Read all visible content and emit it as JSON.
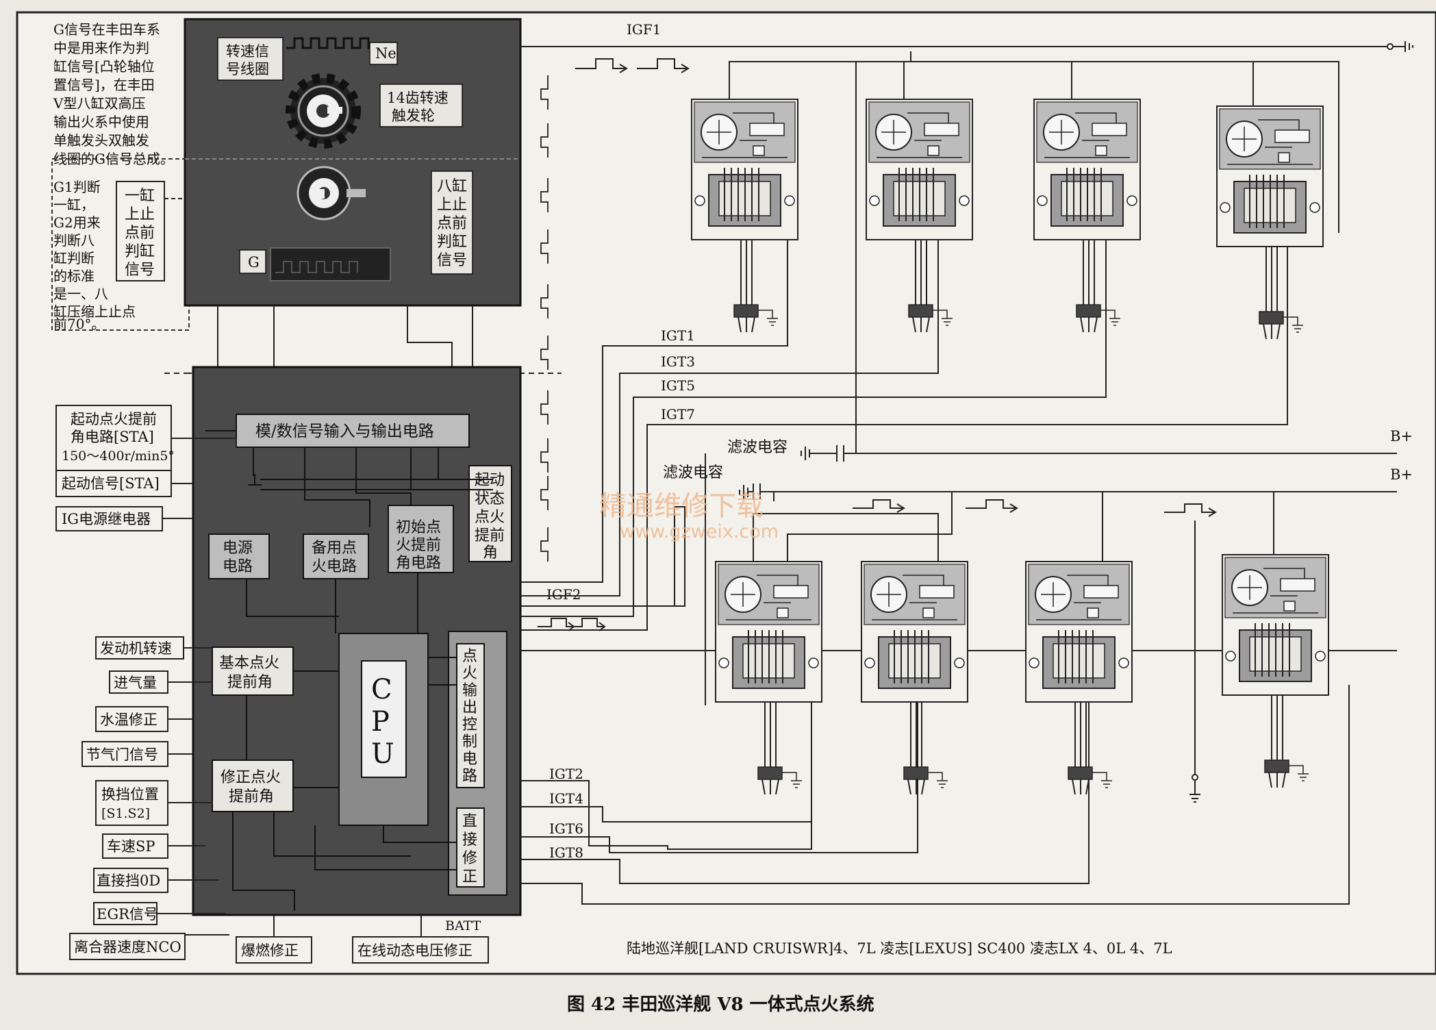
{
  "note_g": [
    "G信号在丰田车系",
    "中是用来作为判",
    "缸信号[凸轮轴位",
    "置信号]，在丰田",
    "V型八缸双高压",
    "输出火系中使用",
    "单触发头双触发",
    "线圈的G信号总成。"
  ],
  "note_g1": [
    "G1判断",
    "一缸，",
    "G2用来",
    "判断八",
    "缸判断",
    "的标准",
    "是一、八",
    "缸压缩上止点",
    "前70°。"
  ],
  "sensor": {
    "ne_coil": [
      "转速信",
      "号线圈"
    ],
    "ne_label": "Ne",
    "trigger_wheel": [
      "14齿转速",
      "触发轮"
    ],
    "cyl1_tdc": [
      "一缸",
      "上止",
      "点前",
      "判缸",
      "信号"
    ],
    "cyl8_tdc": [
      "八缸",
      "上止",
      "点前",
      "判缸",
      "信号"
    ],
    "g_label": "G"
  },
  "ecu": {
    "ad_circuit": "模/数信号输入与输出电路",
    "power": [
      "电源",
      "电路"
    ],
    "backup": [
      "备用点",
      "火电路"
    ],
    "initial": [
      "初始点",
      "火提前",
      "角电路"
    ],
    "start_state": [
      "起动",
      "状态",
      "点火",
      "提前",
      "角"
    ],
    "basic_adv": [
      "基本点火",
      "提前角"
    ],
    "corr_adv": [
      "修正点火",
      "提前角"
    ],
    "cpu": [
      "C",
      "P",
      "U"
    ],
    "ign_out": [
      "点",
      "火",
      "输",
      "出",
      "控",
      "制",
      "电",
      "路"
    ],
    "direct": [
      "直",
      "接",
      "修",
      "正"
    ]
  },
  "inputs": {
    "sta": [
      "起动点火提前",
      "角电路[STA]",
      "150～400r/min5°"
    ],
    "sta_signal": "起动信号[STA]",
    "ig_relay": "IG电源继电器",
    "rpm": "发动机转速",
    "intake": "进气量",
    "coolant": "水温修正",
    "throttle": "节气门信号",
    "gear": [
      "换挡位置",
      "[S1.S2]"
    ],
    "speed": "车速SP",
    "od": "直接挡0D",
    "egr": "EGR信号",
    "clutch": "离合器速度NCO",
    "knock": "爆燃修正",
    "voltage": "在线动态电压修正",
    "batt": "BATT"
  },
  "signals": {
    "igf1": "IGF1",
    "igf2": "IGF2",
    "igt_top": [
      "IGT1",
      "IGT3",
      "IGT5",
      "IGT7"
    ],
    "igt_bottom": [
      "IGT2",
      "IGT4",
      "IGT6",
      "IGT8"
    ],
    "filter": "滤波电容",
    "b_plus": "B+"
  },
  "watermark": {
    "cn": "精通维修下载",
    "url": "www.gzweix.com"
  },
  "models": "陆地巡洋舰[LAND CRUISWR]4、7L 凌志[LEXUS] SC400 凌志LX 4、0L 4、7L",
  "caption": "图 42   丰田巡洋舰 V8 一体式点火系统"
}
